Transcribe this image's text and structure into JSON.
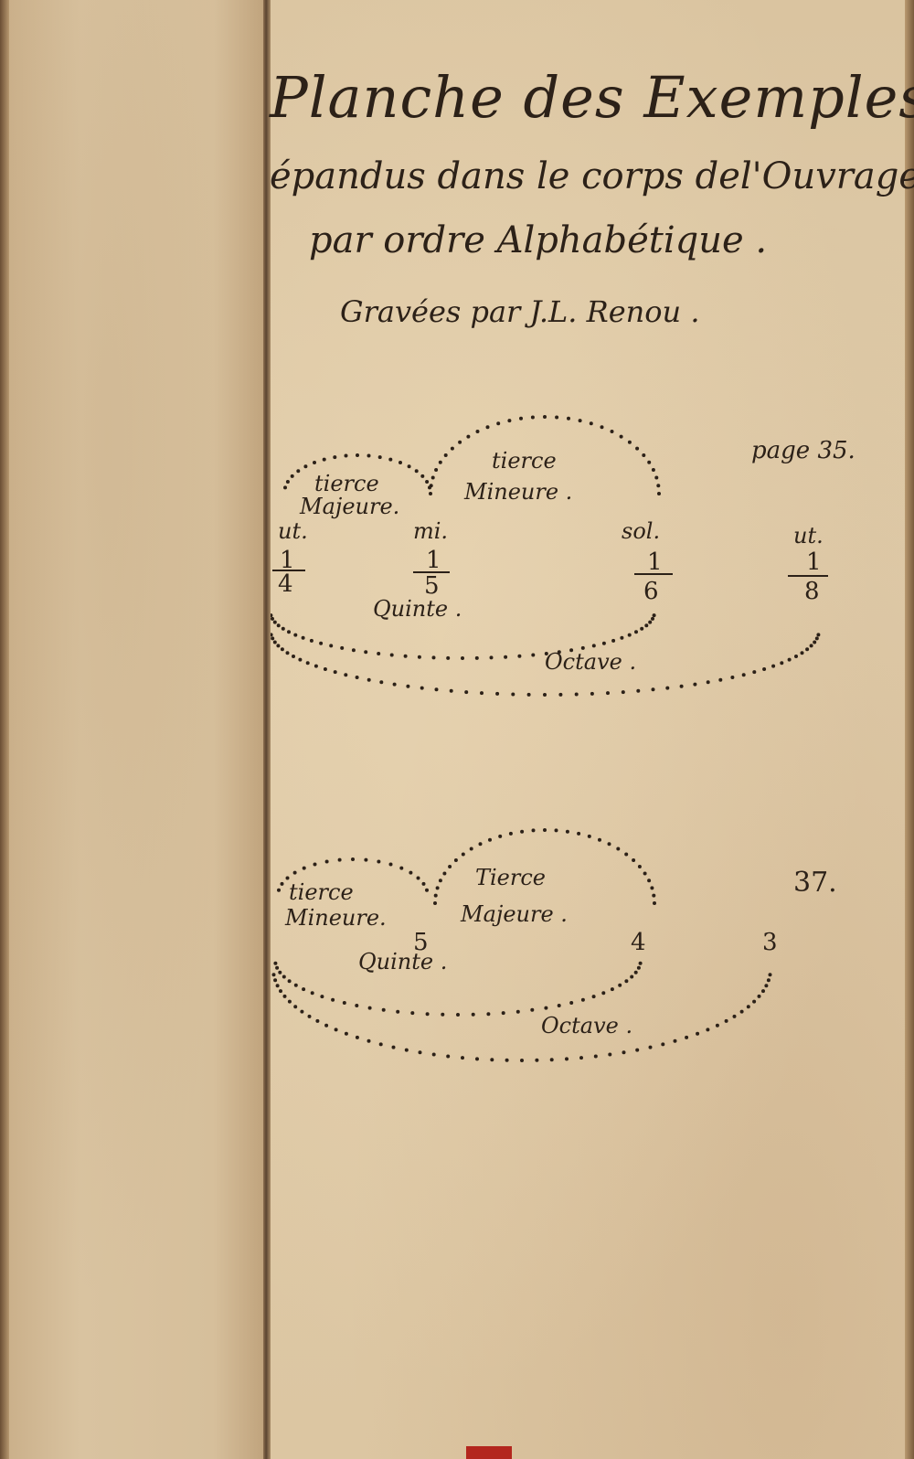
{
  "title": {
    "line1": "Planche des Exemples",
    "line2": "épandus dans le corps del'Ouvrage,",
    "line3": "par ordre Alphabétique .",
    "engraver": "Gravées par J.L. Renou ."
  },
  "example1": {
    "page_ref": "page 35.",
    "arc_tierce_majeure_1": "tierce",
    "arc_tierce_majeure_2": "Majeure.",
    "arc_tierce_mineure_1": "tierce",
    "arc_tierce_mineure_2": "Mineure .",
    "arc_quinte": "Quinte .",
    "arc_octave": "Octave .",
    "notes": [
      {
        "name": "ut.",
        "numerator": "1",
        "denominator": "4"
      },
      {
        "name": "mi.",
        "numerator": "1",
        "denominator": "5"
      },
      {
        "name": "sol.",
        "numerator": "1",
        "denominator": "6"
      },
      {
        "name": "ut.",
        "numerator": "1",
        "denominator": "8"
      }
    ]
  },
  "example2": {
    "page_ref": "37.",
    "arc_tierce_mineure_1": "tierce",
    "arc_tierce_mineure_2": "Mineure.",
    "arc_tierce_majeure_1": "Tierce",
    "arc_tierce_majeure_2": "Majeure .",
    "arc_quinte": "Quinte .",
    "arc_octave": "Octave .",
    "numbers": [
      "5",
      "4",
      "3"
    ]
  }
}
